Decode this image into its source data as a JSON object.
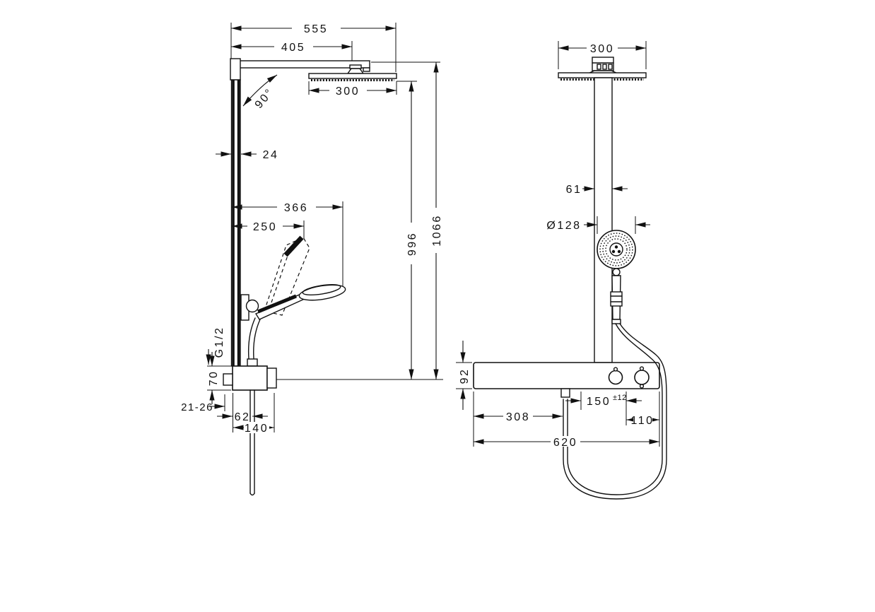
{
  "page": {
    "background": "#ffffff",
    "ink": "#111111"
  },
  "left_view": {
    "name": "side-elevation-of-showerpipe",
    "dims": {
      "overall_width": "555",
      "arm_length": "405",
      "overhead_width": "300",
      "arm_angle": "90°",
      "bar_width": "24",
      "handshower_reach": "366",
      "handshower_stored_reach": "250",
      "height_to_overhead": "996",
      "overall_height": "1066",
      "inlet_thread": "G1/2",
      "valve_height": "70",
      "wall_clearance": "21-26",
      "hose_offset": "62",
      "valve_depth": "140"
    }
  },
  "right_view": {
    "name": "front-elevation-of-showerpipe",
    "dims": {
      "overhead_width": "300",
      "bar_width": "61",
      "handshower_diameter": "Ø128",
      "shelf_height": "92",
      "supply_spacing": "150",
      "supply_tolerance": "±12",
      "knob_offset": "110",
      "hose_outlet_offset": "308",
      "shelf_width": "620"
    }
  }
}
